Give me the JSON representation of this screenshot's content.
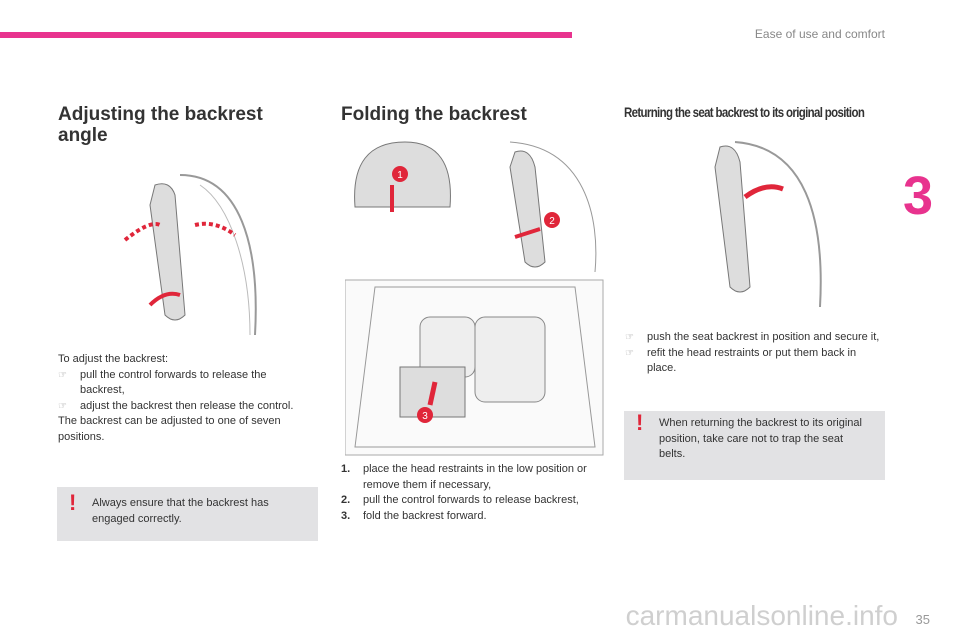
{
  "header": {
    "section": "Ease of use and comfort",
    "chapter": "3",
    "accent": "#e8338e"
  },
  "col1": {
    "title": "Adjusting the backrest angle",
    "intro": "To adjust the backrest:",
    "bullets": [
      "pull the control forwards to release the backrest,",
      "adjust the backrest then release the control."
    ],
    "outro": "The backrest can be adjusted to one of seven positions.",
    "warning": "Always ensure that the backrest has engaged correctly."
  },
  "col2": {
    "title": "Folding the backrest",
    "callouts": [
      "1",
      "2",
      "3"
    ],
    "steps": [
      {
        "n": "1.",
        "t": "place the head restraints in the low position or remove them if necessary,"
      },
      {
        "n": "2.",
        "t": "pull the control forwards to release backrest,"
      },
      {
        "n": "3.",
        "t": "fold the backrest forward."
      }
    ]
  },
  "col3": {
    "title": "Returning the seat backrest to its original position",
    "bullets": [
      "push the seat backrest in position and secure it,",
      "refit the head restraints or put them back in place."
    ],
    "warning": "When returning the backrest to its original position, take care not to trap the seat belts."
  },
  "footer": {
    "page": "35",
    "watermark": "carmanualsonline.info"
  },
  "icons": {
    "bullet": "pointing-hand-icon",
    "warning": "exclamation-icon"
  }
}
